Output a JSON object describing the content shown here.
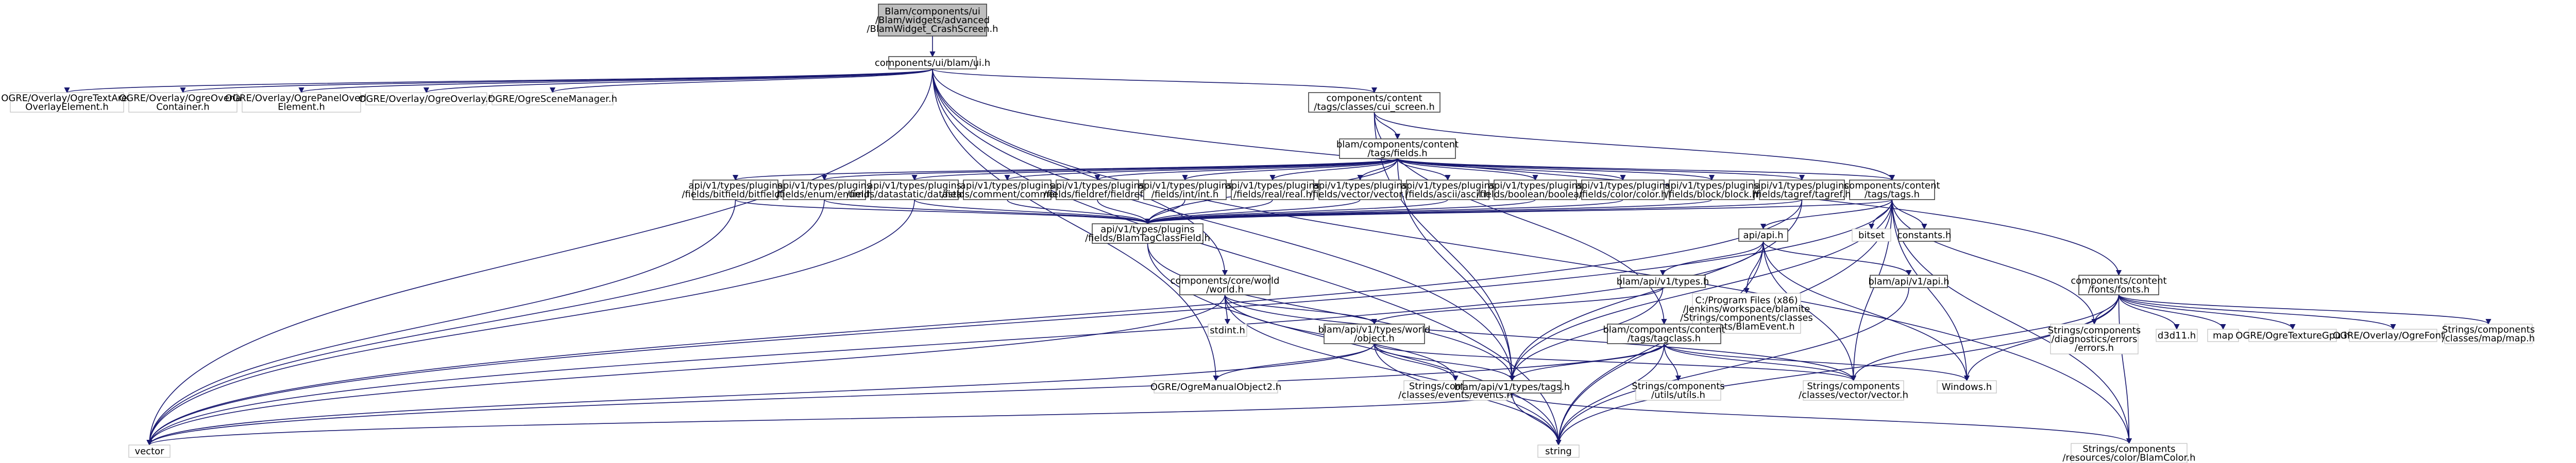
{
  "nodes": [
    {
      "id": "root",
      "kind": "root",
      "lines": [
        "Blam/components/ui",
        "/Blam/widgets/advanced",
        "/BlamWidget_CrashScreen.h"
      ]
    },
    {
      "id": "blamui",
      "kind": "internal",
      "lines": [
        "components/ui/blam/ui.h"
      ]
    },
    {
      "id": "ogre_textarea",
      "kind": "external",
      "lines": [
        "OGRE/Overlay/OgreTextArea",
        "OverlayElement.h"
      ]
    },
    {
      "id": "ogre_container",
      "kind": "external",
      "lines": [
        "OGRE/Overlay/OgreOverlay",
        "Container.h"
      ]
    },
    {
      "id": "ogre_panel",
      "kind": "external",
      "lines": [
        "OGRE/Overlay/OgrePanelOverlay",
        "Element.h"
      ]
    },
    {
      "id": "ogre_overlay",
      "kind": "external",
      "lines": [
        "OGRE/Overlay/OgreOverlay.h"
      ]
    },
    {
      "id": "ogre_scene",
      "kind": "external",
      "lines": [
        "OGRE/OgreSceneManager.h"
      ]
    },
    {
      "id": "cui_screen",
      "kind": "internal",
      "lines": [
        "components/content",
        "/tags/classes/cui_screen.h"
      ]
    },
    {
      "id": "fields",
      "kind": "internal",
      "lines": [
        "blam/components/content",
        "/tags/fields.h"
      ]
    },
    {
      "id": "tags",
      "kind": "internal",
      "lines": [
        "components/content",
        "/tags/tags.h"
      ]
    },
    {
      "id": "fonts",
      "kind": "internal",
      "lines": [
        "components/content",
        "/fonts/fonts.h"
      ]
    },
    {
      "id": "f_bitfield",
      "kind": "internal",
      "lines": [
        "api/v1/types/plugins",
        "/fields/bitfield/bitfield.h"
      ]
    },
    {
      "id": "f_enum",
      "kind": "internal",
      "lines": [
        "api/v1/types/plugins",
        "/fields/enum/enum.h"
      ]
    },
    {
      "id": "f_datastatic",
      "kind": "internal",
      "lines": [
        "api/v1/types/plugins",
        "/fields/datastatic/datastatic.h"
      ]
    },
    {
      "id": "f_comment",
      "kind": "internal",
      "lines": [
        "api/v1/types/plugins",
        "/fields/comment/comment.h"
      ]
    },
    {
      "id": "f_fieldref",
      "kind": "internal",
      "lines": [
        "api/v1/types/plugins",
        "/fields/fieldref/fieldref.h"
      ]
    },
    {
      "id": "f_int",
      "kind": "internal",
      "lines": [
        "api/v1/types/plugins",
        "/fields/int/int.h"
      ]
    },
    {
      "id": "f_real",
      "kind": "internal",
      "lines": [
        "api/v1/types/plugins",
        "/fields/real/real.h"
      ]
    },
    {
      "id": "f_vector",
      "kind": "internal",
      "lines": [
        "api/v1/types/plugins",
        "/fields/vector/vector.h"
      ]
    },
    {
      "id": "f_ascii",
      "kind": "internal",
      "lines": [
        "api/v1/types/plugins",
        "/fields/ascii/ascii.h"
      ]
    },
    {
      "id": "f_boolean",
      "kind": "internal",
      "lines": [
        "api/v1/types/plugins",
        "/fields/boolean/boolean.h"
      ]
    },
    {
      "id": "f_color",
      "kind": "internal",
      "lines": [
        "api/v1/types/plugins",
        "/fields/color/color.h"
      ]
    },
    {
      "id": "f_block",
      "kind": "internal",
      "lines": [
        "api/v1/types/plugins",
        "/fields/block/block.h"
      ]
    },
    {
      "id": "f_tagref",
      "kind": "internal",
      "lines": [
        "api/v1/types/plugins",
        "/fields/tagref/tagref.h"
      ]
    },
    {
      "id": "blamtagclassfield",
      "kind": "internal",
      "lines": [
        "api/v1/types/plugins",
        "/fields/BlamTagClassField.h"
      ]
    },
    {
      "id": "api",
      "kind": "internal",
      "lines": [
        "api/api.h"
      ]
    },
    {
      "id": "bitset",
      "kind": "external",
      "lines": [
        "bitset"
      ]
    },
    {
      "id": "constants",
      "kind": "internal",
      "lines": [
        "constants.h"
      ]
    },
    {
      "id": "world",
      "kind": "internal",
      "lines": [
        "components/core/world",
        "/world.h"
      ]
    },
    {
      "id": "stdint",
      "kind": "external",
      "lines": [
        "stdint.h"
      ]
    },
    {
      "id": "blam_types",
      "kind": "internal",
      "lines": [
        "blam/api/v1/types.h"
      ]
    },
    {
      "id": "blam_events",
      "kind": "external",
      "lines": [
        "C:/Program Files (x86)",
        "/Jenkins/workspace/blamite",
        "/Strings/components/classes",
        "/events/BlamEvent.h"
      ]
    },
    {
      "id": "blam_api",
      "kind": "internal",
      "lines": [
        "blam/api/v1/api.h"
      ]
    },
    {
      "id": "blam_world",
      "kind": "internal",
      "lines": [
        "blam/api/v1/types/world",
        "/object.h"
      ]
    },
    {
      "id": "ogre_manual",
      "kind": "external",
      "lines": [
        "OGRE/OgreManualObject2.h"
      ]
    },
    {
      "id": "classes_events",
      "kind": "external",
      "lines": [
        "Strings/components",
        "/classes/events/events.h"
      ]
    },
    {
      "id": "content_tags_tagclass",
      "kind": "internal",
      "lines": [
        "blam/components/content",
        "/tags/tagclass.h"
      ]
    },
    {
      "id": "blam_tags",
      "kind": "internal",
      "lines": [
        "blam/api/v1/types/tags.h"
      ]
    },
    {
      "id": "strings_utils",
      "kind": "external",
      "lines": [
        "Strings/components",
        "/utils/utils.h"
      ]
    },
    {
      "id": "classes_vector",
      "kind": "external",
      "lines": [
        "Strings/components",
        "/classes/vector/vector.h"
      ]
    },
    {
      "id": "windows",
      "kind": "external",
      "lines": [
        "Windows.h"
      ]
    },
    {
      "id": "diag_errors",
      "kind": "external",
      "lines": [
        "Strings/components",
        "/diagnostics/errors",
        "/errors.h"
      ]
    },
    {
      "id": "d3d11",
      "kind": "external",
      "lines": [
        "d3d11.h"
      ]
    },
    {
      "id": "map",
      "kind": "external",
      "lines": [
        "map"
      ]
    },
    {
      "id": "ogre_texture",
      "kind": "external",
      "lines": [
        "OGRE/OgreTextureGpu.h"
      ]
    },
    {
      "id": "ogre_font",
      "kind": "external",
      "lines": [
        "OGRE/Overlay/OgreFont.h"
      ]
    },
    {
      "id": "classes_map",
      "kind": "external",
      "lines": [
        "Strings/components",
        "/classes/map/map.h"
      ]
    },
    {
      "id": "vector",
      "kind": "external",
      "lines": [
        "vector"
      ]
    },
    {
      "id": "string",
      "kind": "external",
      "lines": [
        "string"
      ]
    },
    {
      "id": "blamcolor",
      "kind": "external",
      "lines": [
        "Strings/components",
        "/resources/color/BlamColor.h"
      ]
    }
  ],
  "edges": [
    [
      "root",
      "blamui"
    ],
    [
      "blamui",
      "ogre_textarea"
    ],
    [
      "blamui",
      "ogre_container"
    ],
    [
      "blamui",
      "ogre_panel"
    ],
    [
      "blamui",
      "ogre_overlay"
    ],
    [
      "blamui",
      "ogre_scene"
    ],
    [
      "blamui",
      "cui_screen"
    ],
    [
      "blamui",
      "world"
    ],
    [
      "blamui",
      "blam_tags"
    ],
    [
      "blamui",
      "ogre_manual"
    ],
    [
      "blamui",
      "vector"
    ],
    [
      "blamui",
      "string"
    ],
    [
      "blamui",
      "fonts"
    ],
    [
      "blamui",
      "blamcolor"
    ],
    [
      "cui_screen",
      "fields"
    ],
    [
      "cui_screen",
      "tags"
    ],
    [
      "cui_screen",
      "blam_tags"
    ],
    [
      "cui_screen",
      "content_tags_tagclass"
    ],
    [
      "fields",
      "f_bitfield"
    ],
    [
      "fields",
      "f_enum"
    ],
    [
      "fields",
      "f_datastatic"
    ],
    [
      "fields",
      "f_comment"
    ],
    [
      "fields",
      "f_fieldref"
    ],
    [
      "fields",
      "f_int"
    ],
    [
      "fields",
      "f_real"
    ],
    [
      "fields",
      "f_vector"
    ],
    [
      "fields",
      "f_ascii"
    ],
    [
      "fields",
      "f_boolean"
    ],
    [
      "fields",
      "f_color"
    ],
    [
      "fields",
      "f_block"
    ],
    [
      "fields",
      "f_tagref"
    ],
    [
      "fields",
      "tags"
    ],
    [
      "fields",
      "blamtagclassfield"
    ],
    [
      "fields",
      "blam_tags"
    ],
    [
      "f_bitfield",
      "blamtagclassfield"
    ],
    [
      "f_bitfield",
      "vector"
    ],
    [
      "f_enum",
      "blamtagclassfield"
    ],
    [
      "f_enum",
      "vector"
    ],
    [
      "f_datastatic",
      "blamtagclassfield"
    ],
    [
      "f_datastatic",
      "vector"
    ],
    [
      "f_comment",
      "blamtagclassfield"
    ],
    [
      "f_fieldref",
      "blamtagclassfield"
    ],
    [
      "f_int",
      "blamtagclassfield"
    ],
    [
      "f_real",
      "blamtagclassfield"
    ],
    [
      "f_vector",
      "blamtagclassfield"
    ],
    [
      "f_ascii",
      "blamtagclassfield"
    ],
    [
      "f_boolean",
      "blamtagclassfield"
    ],
    [
      "f_color",
      "blamtagclassfield"
    ],
    [
      "f_block",
      "blamtagclassfield"
    ],
    [
      "f_tagref",
      "blamtagclassfield"
    ],
    [
      "f_tagref",
      "blam_tags"
    ],
    [
      "f_tagref",
      "vector"
    ],
    [
      "blamtagclassfield",
      "string"
    ],
    [
      "blamtagclassfield",
      "blam_tags"
    ],
    [
      "tags",
      "blamtagclassfield"
    ],
    [
      "tags",
      "api"
    ],
    [
      "tags",
      "bitset"
    ],
    [
      "tags",
      "constants"
    ],
    [
      "tags",
      "blam_tags"
    ],
    [
      "tags",
      "vector"
    ],
    [
      "tags",
      "string"
    ],
    [
      "tags",
      "windows"
    ],
    [
      "tags",
      "classes_vector"
    ],
    [
      "tags",
      "diag_errors"
    ],
    [
      "tags",
      "blamcolor"
    ],
    [
      "api",
      "blam_types"
    ],
    [
      "api",
      "blam_events"
    ],
    [
      "api",
      "blam_api"
    ],
    [
      "api",
      "classes_vector"
    ],
    [
      "api",
      "windows"
    ],
    [
      "api",
      "string"
    ],
    [
      "api",
      "vector"
    ],
    [
      "world",
      "stdint"
    ],
    [
      "world",
      "blam_world"
    ],
    [
      "world",
      "classes_events"
    ],
    [
      "world",
      "classes_vector"
    ],
    [
      "world",
      "vector"
    ],
    [
      "world",
      "string"
    ],
    [
      "blam_types",
      "blam_world"
    ],
    [
      "blam_types",
      "blam_tags"
    ],
    [
      "blam_api",
      "string"
    ],
    [
      "blam_world",
      "ogre_manual"
    ],
    [
      "blam_world",
      "classes_events"
    ],
    [
      "blam_world",
      "classes_vector"
    ],
    [
      "blam_world",
      "blam_tags"
    ],
    [
      "blam_world",
      "vector"
    ],
    [
      "blam_world",
      "string"
    ],
    [
      "content_tags_tagclass",
      "blam_tags"
    ],
    [
      "content_tags_tagclass",
      "strings_utils"
    ],
    [
      "content_tags_tagclass",
      "windows"
    ],
    [
      "content_tags_tagclass",
      "string"
    ],
    [
      "content_tags_tagclass",
      "vector"
    ],
    [
      "content_tags_tagclass",
      "classes_vector"
    ],
    [
      "blam_tags",
      "vector"
    ],
    [
      "blam_tags",
      "string"
    ],
    [
      "blam_tags",
      "blamcolor"
    ],
    [
      "fonts",
      "windows"
    ],
    [
      "fonts",
      "diag_errors"
    ],
    [
      "fonts",
      "d3d11"
    ],
    [
      "fonts",
      "map"
    ],
    [
      "fonts",
      "ogre_texture"
    ],
    [
      "fonts",
      "ogre_font"
    ],
    [
      "fonts",
      "classes_map"
    ],
    [
      "fonts",
      "string"
    ],
    [
      "fonts",
      "classes_vector"
    ],
    [
      "fonts",
      "blamcolor"
    ]
  ]
}
